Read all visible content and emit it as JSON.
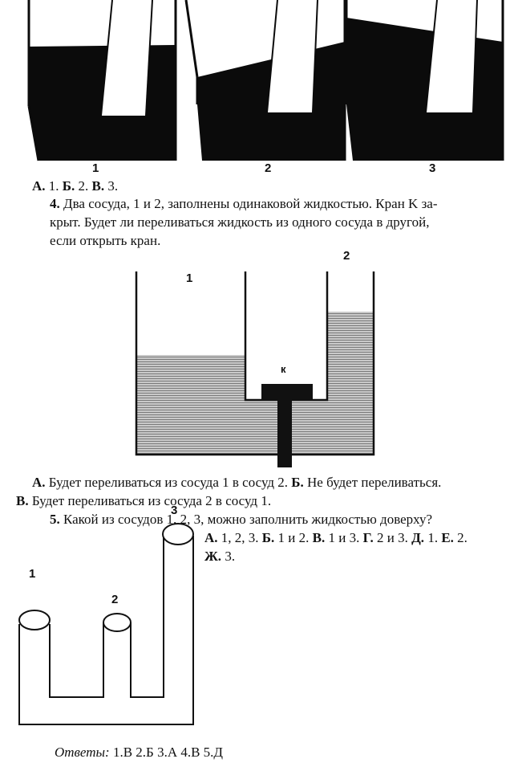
{
  "q3": {
    "vessel_labels": [
      "1",
      "2",
      "3"
    ],
    "answers": [
      {
        "letter": "А.",
        "text": " 1. "
      },
      {
        "letter": "Б.",
        "text": " 2. "
      },
      {
        "letter": "В.",
        "text": " 3."
      }
    ]
  },
  "q4": {
    "number": "4.",
    "question_lines": [
      "Два сосуда, 1 и 2, заполнены одинаковой жидкостью. Кран K за-",
      "крыт. Будет ли переливаться жидкость из одного сосуда в другой,",
      "если открыть кран."
    ],
    "vessel_labels": [
      "1",
      "2"
    ],
    "valve_label": "к",
    "answers": [
      {
        "letter": "А.",
        "text": " Будет переливаться из сосуда 1 в сосуд 2. "
      },
      {
        "letter": "Б.",
        "text": " Не будет переливаться."
      },
      {
        "letter": "В.",
        "text": " Будет переливаться из сосуда 2 в сосуд 1."
      }
    ]
  },
  "q5": {
    "number": "5.",
    "question": "Какой из сосудов 1, 2, 3, можно заполнить жидкостью доверху?",
    "vessel_labels": [
      "1",
      "2",
      "3"
    ],
    "answers": [
      {
        "letter": "А.",
        "text": " 1, 2, 3. "
      },
      {
        "letter": "Б.",
        "text": " 1 и 2. "
      },
      {
        "letter": "В.",
        "text": " 1 и 3. "
      },
      {
        "letter": "Г.",
        "text": " 2 и 3. "
      },
      {
        "letter": "Д.",
        "text": " 1. "
      },
      {
        "letter": "Е.",
        "text": " 2."
      },
      {
        "letter": "Ж.",
        "text": " 3."
      }
    ]
  },
  "footer": {
    "answers_label": "Ответы:",
    "answers_text": " 1.В 2.Б 3.А 4.В 5.Д"
  }
}
